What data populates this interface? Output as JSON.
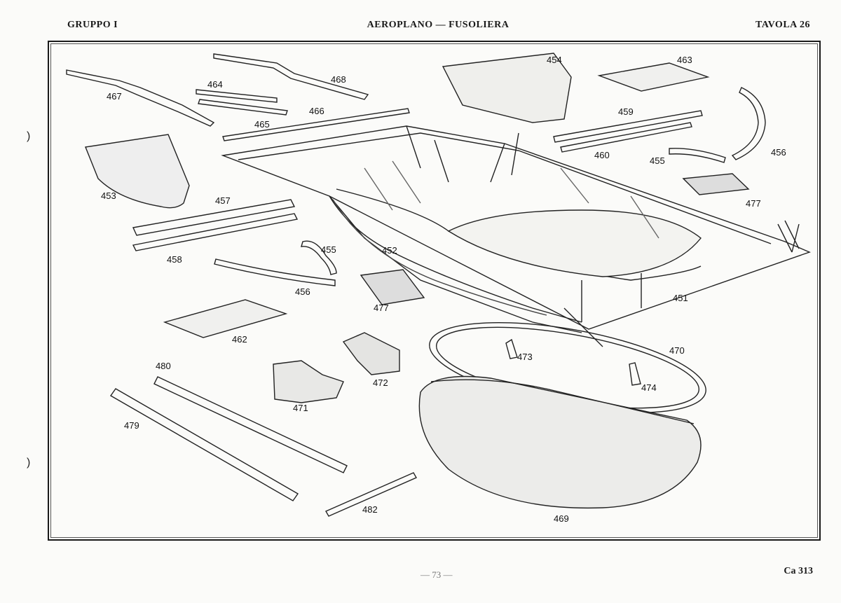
{
  "header": {
    "left": "GRUPPO I",
    "center": "AEROPLANO — FUSOLIERA",
    "right": "TAVOLA 26"
  },
  "footer": {
    "page": "— 73 —",
    "code": "Ca 313"
  },
  "parts": {
    "p451": "451",
    "p452": "452",
    "p453": "453",
    "p454": "454",
    "p455a": "455",
    "p455b": "455",
    "p456a": "456",
    "p456b": "456",
    "p457": "457",
    "p458": "458",
    "p459": "459",
    "p460": "460",
    "p462": "462",
    "p463": "463",
    "p464": "464",
    "p465": "465",
    "p466": "466",
    "p467": "467",
    "p468": "468",
    "p469": "469",
    "p470": "470",
    "p471": "471",
    "p472": "472",
    "p473": "473",
    "p474": "474",
    "p477a": "477",
    "p477b": "477",
    "p479": "479",
    "p480": "480",
    "p482": "482"
  }
}
